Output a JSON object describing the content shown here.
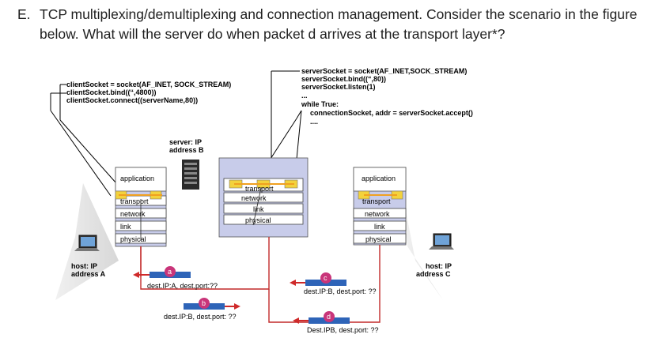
{
  "question": {
    "marker": "E.",
    "text": "TCP multiplexing/demultiplexing and connection management. Consider the scenario in the figure below. What will the server do when packet d arrives at the transport layer*?"
  },
  "client_code": {
    "line1": "clientSocket = socket(AF_INET, SOCK_STREAM)",
    "line2": "clientSocket.bind((“,4800))",
    "line3": "clientSocket.connect((serverName,80))"
  },
  "server_code": {
    "line1": "serverSocket = socket(AF_INET,SOCK_STREAM)",
    "line2": "serverSocket.bind((“,80))",
    "line3": "serverSocket.listen(1)",
    "line4": "...",
    "line5": "while True:",
    "line6": "connectionSocket, addr = serverSocket.accept()",
    "line7": "...."
  },
  "server_label": {
    "line1": "server: IP",
    "line2": "address B"
  },
  "host_a": {
    "line1": "host: IP",
    "line2": "address A"
  },
  "host_c": {
    "line1": "host: IP",
    "line2": "address C"
  },
  "stack_a": [
    "application",
    "transport",
    "network",
    "link",
    "physical"
  ],
  "stack_b": [
    "transport",
    "network",
    "link",
    "physical"
  ],
  "stack_c": [
    "application",
    "transport",
    "network",
    "link",
    "physical"
  ],
  "packets": {
    "a": {
      "id": "a",
      "label": "dest.IP:A, dest.port:??"
    },
    "b": {
      "id": "b",
      "label": "dest.IP:B, dest.port: ??"
    },
    "c": {
      "id": "c",
      "label": "dest.IP:B, dest.port: ??"
    },
    "d": {
      "id": "d",
      "label": "Dest.IPB, dest.port: ??"
    }
  },
  "colors": {
    "stack_fill": "#c8ccea",
    "socket": "#f3d23c",
    "packet": "#2e64b8",
    "arrow": "#cf2a2a",
    "wire": "#c22a2a"
  }
}
